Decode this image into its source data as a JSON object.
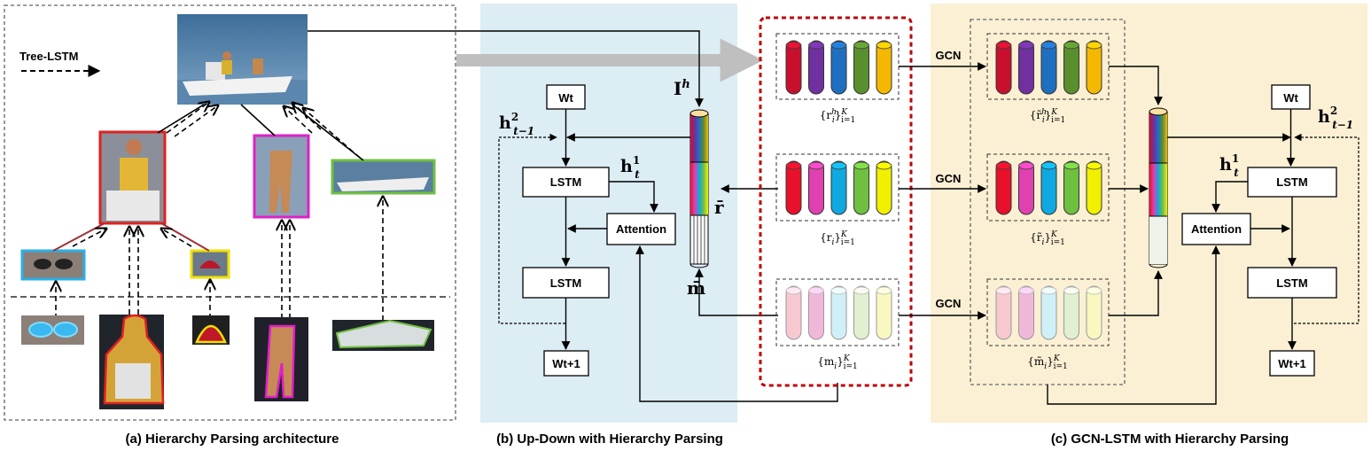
{
  "captions": {
    "a": "(a) Hierarchy Parsing architecture",
    "b": "(b) Up-Down with Hierarchy Parsing",
    "c": "(c) GCN-LSTM with Hierarchy Parsing"
  },
  "legend": {
    "tree_lstm": "Tree-LSTM"
  },
  "labels": {
    "lstm": "LSTM",
    "attention": "Attention",
    "gcn": "GCN",
    "wt": "Wt",
    "wt1": "Wt+1",
    "Ih": "I^h",
    "rbar": "r̄",
    "mbar": "m̄",
    "h1": "h^1_t",
    "h2": "h^2_{t-1}",
    "set_rh": "{r^h_i}^K_{i=1}",
    "set_r": "{r_i}^K_{i=1}",
    "set_m": "{m_i}^K_{i=1}",
    "set_rh_t": "{r̃^h_i}^K_{i=1}",
    "set_r_t": "{r̃_i}^K_{i=1}",
    "set_m_t": "{m̃_i}^K_{i=1}"
  },
  "colors": {
    "panel_b_bg": "#dcedf4",
    "panel_c_bg": "#fbf0d4",
    "red_dashed": "#c00000",
    "feat_rh": [
      "#c8102e",
      "#7030a0",
      "#1f6fc1",
      "#5a8f2e",
      "#f5b800"
    ],
    "feat_r": [
      "#e8102a",
      "#e040b0",
      "#10a8e0",
      "#70c040",
      "#f0f000"
    ],
    "feat_m": [
      "#f8c8d0",
      "#f0b8d8",
      "#d0f0f8",
      "#e0f0d0",
      "#f8f8c0"
    ]
  }
}
